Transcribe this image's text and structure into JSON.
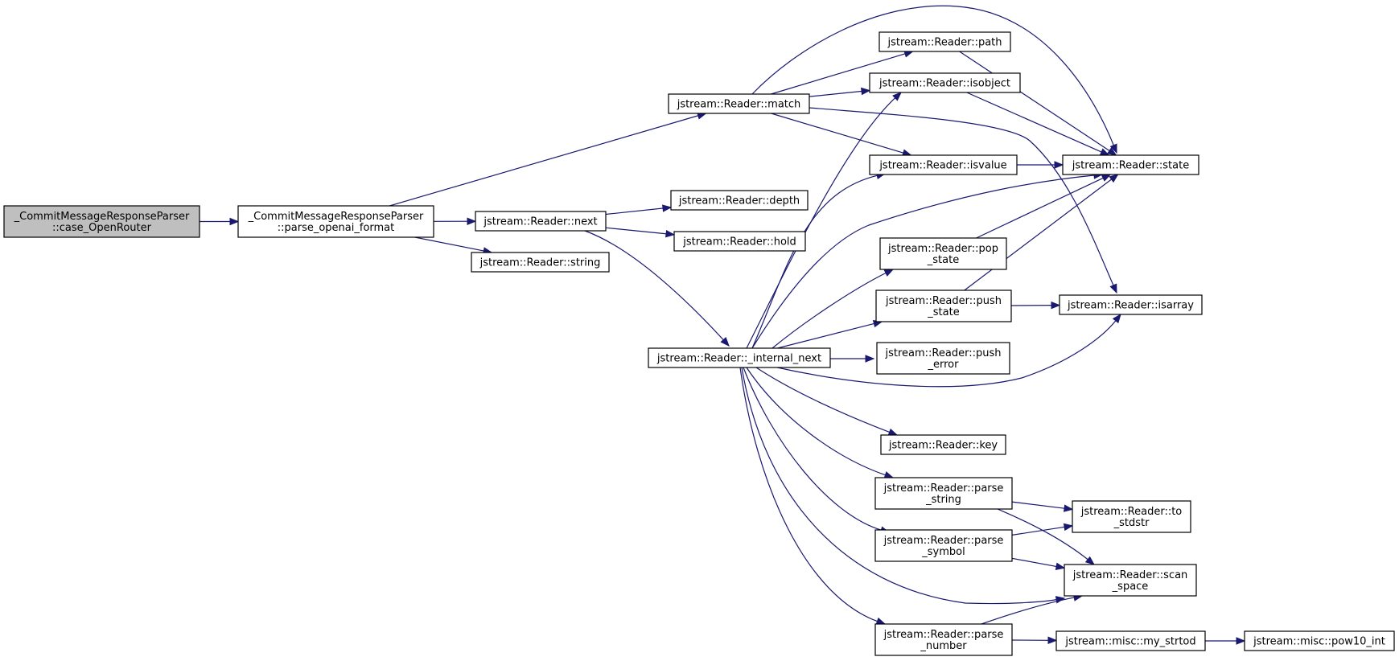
{
  "graph": {
    "node_fill": "#ffffff",
    "root_fill": "#bfbfbf",
    "edge_color": "#191970",
    "nodes": [
      {
        "id": "case_openrouter",
        "lines": [
          "_CommitMessageResponseParser",
          "::case_OpenRouter"
        ],
        "root": true
      },
      {
        "id": "parse_openai_format",
        "lines": [
          "_CommitMessageResponseParser",
          "::parse_openai_format"
        ]
      },
      {
        "id": "match",
        "lines": [
          "jstream::Reader::match"
        ]
      },
      {
        "id": "next",
        "lines": [
          "jstream::Reader::next"
        ]
      },
      {
        "id": "string",
        "lines": [
          "jstream::Reader::string"
        ]
      },
      {
        "id": "depth",
        "lines": [
          "jstream::Reader::depth"
        ]
      },
      {
        "id": "hold",
        "lines": [
          "jstream::Reader::hold"
        ]
      },
      {
        "id": "internal_next",
        "lines": [
          "jstream::Reader::_internal_next"
        ]
      },
      {
        "id": "path",
        "lines": [
          "jstream::Reader::path"
        ]
      },
      {
        "id": "isobject",
        "lines": [
          "jstream::Reader::isobject"
        ]
      },
      {
        "id": "isvalue",
        "lines": [
          "jstream::Reader::isvalue"
        ]
      },
      {
        "id": "state",
        "lines": [
          "jstream::Reader::state"
        ]
      },
      {
        "id": "pop_state",
        "lines": [
          "jstream::Reader::pop",
          "_state"
        ]
      },
      {
        "id": "push_state",
        "lines": [
          "jstream::Reader::push",
          "_state"
        ]
      },
      {
        "id": "isarray",
        "lines": [
          "jstream::Reader::isarray"
        ]
      },
      {
        "id": "push_error",
        "lines": [
          "jstream::Reader::push",
          "_error"
        ]
      },
      {
        "id": "key",
        "lines": [
          "jstream::Reader::key"
        ]
      },
      {
        "id": "parse_string",
        "lines": [
          "jstream::Reader::parse",
          "_string"
        ]
      },
      {
        "id": "to_stdstr",
        "lines": [
          "jstream::Reader::to",
          "_stdstr"
        ]
      },
      {
        "id": "parse_symbol",
        "lines": [
          "jstream::Reader::parse",
          "_symbol"
        ]
      },
      {
        "id": "scan_space",
        "lines": [
          "jstream::Reader::scan",
          "_space"
        ]
      },
      {
        "id": "parse_number",
        "lines": [
          "jstream::Reader::parse",
          "_number"
        ]
      },
      {
        "id": "my_strtod",
        "lines": [
          "jstream::misc::my_strtod"
        ]
      },
      {
        "id": "pow10_int",
        "lines": [
          "jstream::misc::pow10_int"
        ]
      }
    ],
    "edges": [
      [
        "case_openrouter",
        "parse_openai_format"
      ],
      [
        "parse_openai_format",
        "match"
      ],
      [
        "parse_openai_format",
        "next"
      ],
      [
        "parse_openai_format",
        "string"
      ],
      [
        "match",
        "path"
      ],
      [
        "match",
        "isobject"
      ],
      [
        "match",
        "isvalue"
      ],
      [
        "match",
        "state"
      ],
      [
        "match",
        "isarray"
      ],
      [
        "next",
        "depth"
      ],
      [
        "next",
        "hold"
      ],
      [
        "next",
        "internal_next"
      ],
      [
        "path",
        "state"
      ],
      [
        "isobject",
        "state"
      ],
      [
        "isvalue",
        "state"
      ],
      [
        "pop_state",
        "state"
      ],
      [
        "push_state",
        "state"
      ],
      [
        "push_state",
        "isarray"
      ],
      [
        "internal_next",
        "isobject"
      ],
      [
        "internal_next",
        "isvalue"
      ],
      [
        "internal_next",
        "state"
      ],
      [
        "internal_next",
        "pop_state"
      ],
      [
        "internal_next",
        "push_state"
      ],
      [
        "internal_next",
        "push_error"
      ],
      [
        "internal_next",
        "isarray"
      ],
      [
        "internal_next",
        "key"
      ],
      [
        "internal_next",
        "parse_string"
      ],
      [
        "internal_next",
        "parse_symbol"
      ],
      [
        "internal_next",
        "scan_space"
      ],
      [
        "internal_next",
        "parse_number"
      ],
      [
        "parse_string",
        "to_stdstr"
      ],
      [
        "parse_string",
        "scan_space"
      ],
      [
        "parse_symbol",
        "to_stdstr"
      ],
      [
        "parse_symbol",
        "scan_space"
      ],
      [
        "parse_number",
        "scan_space"
      ],
      [
        "parse_number",
        "my_strtod"
      ],
      [
        "my_strtod",
        "pow10_int"
      ]
    ]
  }
}
